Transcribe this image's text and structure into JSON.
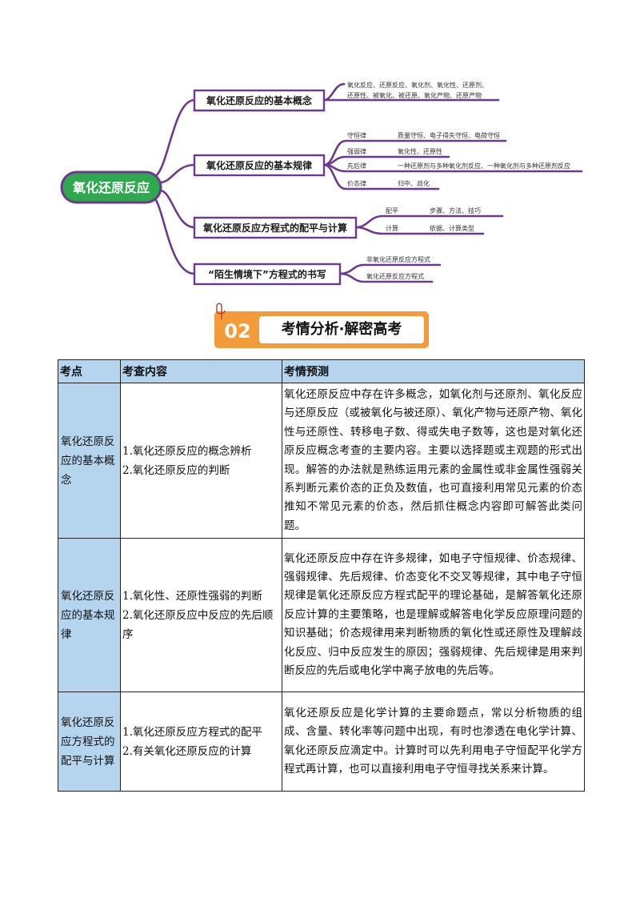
{
  "mindmap": {
    "root": "氧化还原反应",
    "branches": [
      {
        "label": "氧化还原反应的基本概念",
        "items": [
          {
            "name": "氧化反应、还原反应、氧化剂、氧化性、还原剂、",
            "detail": ""
          },
          {
            "name": "还原性、被氧化、被还原、氧化产物、还原产物",
            "detail": ""
          }
        ]
      },
      {
        "label": "氧化还原反应的基本规律",
        "items": [
          {
            "name": "守恒律",
            "detail": "质量守恒、电子得失守恒、电荷守恒"
          },
          {
            "name": "强弱律",
            "detail": "氧化性、还原性"
          },
          {
            "name": "先后律",
            "detail": "一种还原剂与多种氧化剂反应、一种氧化剂与多种还原剂反应"
          },
          {
            "name": "价态律",
            "detail": "归中、歧化"
          }
        ]
      },
      {
        "label": "氧化还原反应方程式的配平与计算",
        "items": [
          {
            "name": "配平",
            "detail": "步骤、方法、技巧"
          },
          {
            "name": "计算",
            "detail": "依据、计算类型"
          }
        ]
      },
      {
        "label": "“陌生情境下”方程式的书写",
        "items": [
          {
            "name": "非氧化还原反应方程式",
            "detail": ""
          },
          {
            "name": "氧化还原反应方程式",
            "detail": ""
          }
        ]
      }
    ],
    "colors": {
      "line": "#6b3a8c",
      "root_fill": "#2fa84f",
      "root_border": "#6b3a8c"
    }
  },
  "section": {
    "number": "02",
    "title": "考情分析·解密高考",
    "colors": {
      "accent": "#f39a3a"
    }
  },
  "table": {
    "headers": [
      "考点",
      "考查内容",
      "考情预测"
    ],
    "rows": [
      {
        "point": "氧化还原反应的基本概念",
        "content": [
          "1.氧化还原反应的概念辨析",
          "2.氧化还原反应的判断"
        ],
        "forecast": "氧化还原反应中存在许多概念，如氧化剂与还原剂、氧化反应与还原反应（或被氧化与被还原）、氧化产物与还原产物、氧化性与还原性、转移电子数、得或失电子数等，这也是对氧化还原反应概念考查的主要内容。主要以选择题或主观题的形式出现。解答的办法就是熟练运用元素的金属性或非金属性强弱关系判断元素价态的正负及数值，也可直接利用常见元素的价态推知不常见元素的价态，然后抓住概念内容即可解答此类问题。"
      },
      {
        "point": "氧化还原反应的基本规律",
        "content": [
          "1.氧化性、还原性强弱的判断",
          "2.氧化还原反应中反应的先后顺序"
        ],
        "forecast": "氧化还原反应中存在许多规律，如电子守恒规律、价态规律、强弱规律、先后规律、价态变化不交叉等规律，其中电子守恒规律是氧化还原反应方程式配平的理论基础，是解答氧化还原反应计算的主要策略，也是理解或解答电化学反应原理问题的知识基础；价态规律用来判断物质的氧化性或还原性及理解歧化反应、归中反应发生的原因；强弱规律、先后规律是用来判断反应的先后或电化学中离子放电的先后等。"
      },
      {
        "point": "氧化还原反应方程式的配平与计算",
        "content": [
          "1.氧化还原反应方程式的配平",
          "2.有关氧化还原反应的计算"
        ],
        "forecast": "氧化还原反应是化学计算的主要命题点，常以分析物质的组成、含量、转化率等问题中出现，有时也渗透在电化学计算、氧化还原反应滴定中。计算时可以先利用电子守恒配平化学方程式再计算，也可以直接利用电子守恒寻找关系来计算。"
      }
    ],
    "colors": {
      "header_bg": "#b5d4ee"
    }
  }
}
